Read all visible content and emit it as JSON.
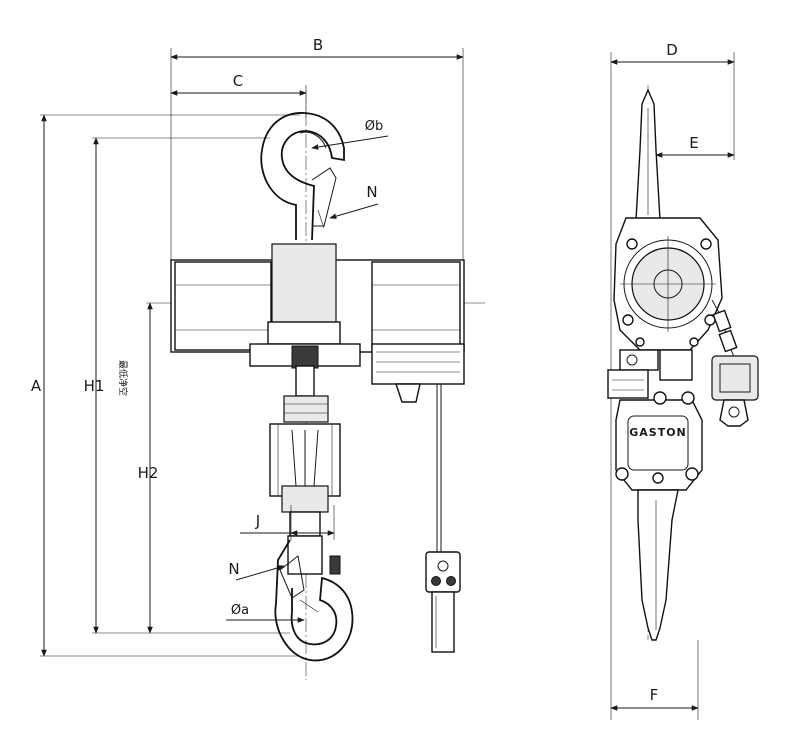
{
  "dimensions": {
    "A": "A",
    "B": "B",
    "C": "C",
    "D": "D",
    "E": "E",
    "F": "F",
    "H1": "H1",
    "H2": "H2",
    "J": "J",
    "N_top": "N",
    "N_bottom": "N",
    "phi_b": "Øb",
    "phi_a": "Øa"
  },
  "notes": {
    "h1_annotation": "最低净空"
  },
  "brand": {
    "name": "GASTON"
  }
}
